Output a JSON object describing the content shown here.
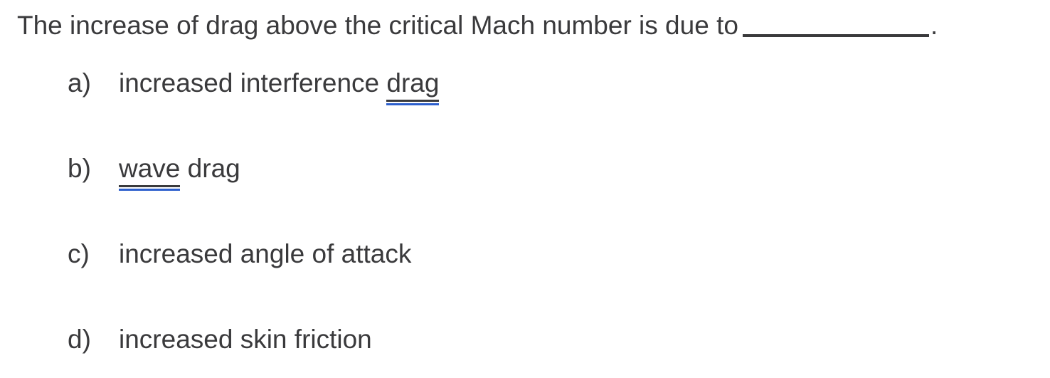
{
  "document": {
    "background_color": "#ffffff",
    "text_color": "#3a3a3c",
    "underline_accent_color": "#2c5fcd"
  },
  "question": {
    "stem_before_blank": "The increase of drag above the critical Mach number is due to",
    "blank": "____________",
    "trailing_punctuation": "."
  },
  "options": [
    {
      "marker": "a)",
      "text_before": "increased interference ",
      "underlined_word": "drag",
      "text_after": "",
      "full_text": "increased interference drag"
    },
    {
      "marker": "b)",
      "text_before": "",
      "underlined_word": "wave",
      "text_after": " drag",
      "full_text": "wave drag"
    },
    {
      "marker": "c)",
      "text_before": "increased angle of attack",
      "underlined_word": "",
      "text_after": "",
      "full_text": "increased angle of attack"
    },
    {
      "marker": "d)",
      "text_before": "increased skin friction",
      "underlined_word": "",
      "text_after": "",
      "full_text": "increased skin friction"
    }
  ]
}
